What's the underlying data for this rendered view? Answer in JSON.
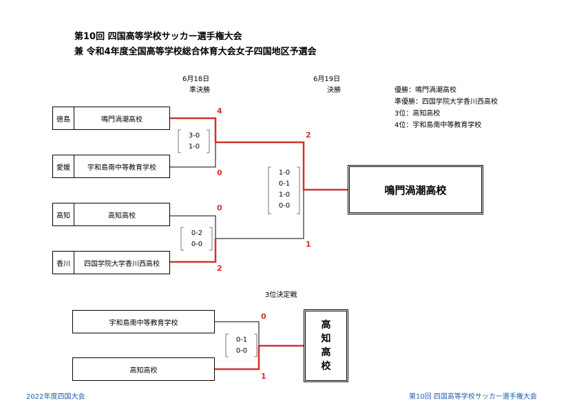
{
  "header": {
    "title_line1": "第10回 四国高等学校サッカー選手権大会",
    "title_line2": "兼 令和4年度全国高等学校総合体育大会女子四国地区予選会"
  },
  "rounds": {
    "semi_date": "6月18日",
    "semi_label": "準決勝",
    "final_date": "6月19日",
    "final_label": "決勝"
  },
  "results": {
    "r1": "優勝：鳴門渦潮高校",
    "r2": "準優勝：四国学院大学香川西高校",
    "r3": "3位：高知高校",
    "r4": "4位：宇和島南中等教育学校"
  },
  "teams": [
    {
      "pref": "徳島",
      "name": "鳴門渦潮高校"
    },
    {
      "pref": "愛媛",
      "name": "宇和島南中等教育学校"
    },
    {
      "pref": "高知",
      "name": "高知高校"
    },
    {
      "pref": "香川",
      "name": "四国学院大学香川西高校"
    }
  ],
  "semi1": {
    "score_top": "4",
    "score_bottom": "0",
    "periods": [
      "3-0",
      "1-0"
    ]
  },
  "semi2": {
    "score_top": "0",
    "score_bottom": "2",
    "periods": [
      "0-2",
      "0-0"
    ]
  },
  "final": {
    "score_top": "2",
    "score_bottom": "1",
    "periods": [
      "1-0",
      "0-1",
      "1-0",
      "0-0"
    ],
    "winner": "鳴門渦潮高校"
  },
  "third_place": {
    "label": "3位決定戦",
    "team_top": "宇和島南中等教育学校",
    "team_bottom": "高知高校",
    "score_top": "0",
    "score_bottom": "1",
    "periods": [
      "0-1",
      "0-0"
    ],
    "winner_chars": [
      "高",
      "知",
      "高",
      "校"
    ]
  },
  "footer": {
    "left": "2022年度四国大会",
    "right": "第10回 四国高等学校サッカー選手権大会"
  },
  "colors": {
    "win_line": "#d32f2f",
    "line": "#000000",
    "footer": "#1f5fa8"
  }
}
